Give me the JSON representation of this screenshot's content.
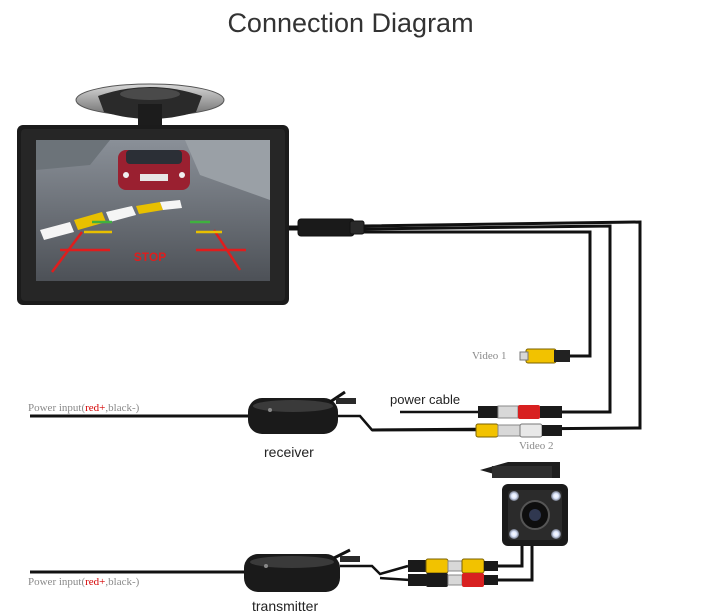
{
  "title": "Connection Diagram",
  "labels": {
    "video1": "Video 1",
    "video2": "Video 2",
    "power_cable": "power cable",
    "receiver": "receiver",
    "transmitter": "transmitter",
    "power_input_prefix": "Power input(",
    "power_input_red": "red+",
    "power_input_suffix": ",black-)",
    "stop": "STOP"
  },
  "colors": {
    "cable": "#111111",
    "rca_yellow": "#f2c200",
    "rca_red": "#d82020",
    "rca_white": "#e8e8e8",
    "module": "#1a1a1a"
  }
}
